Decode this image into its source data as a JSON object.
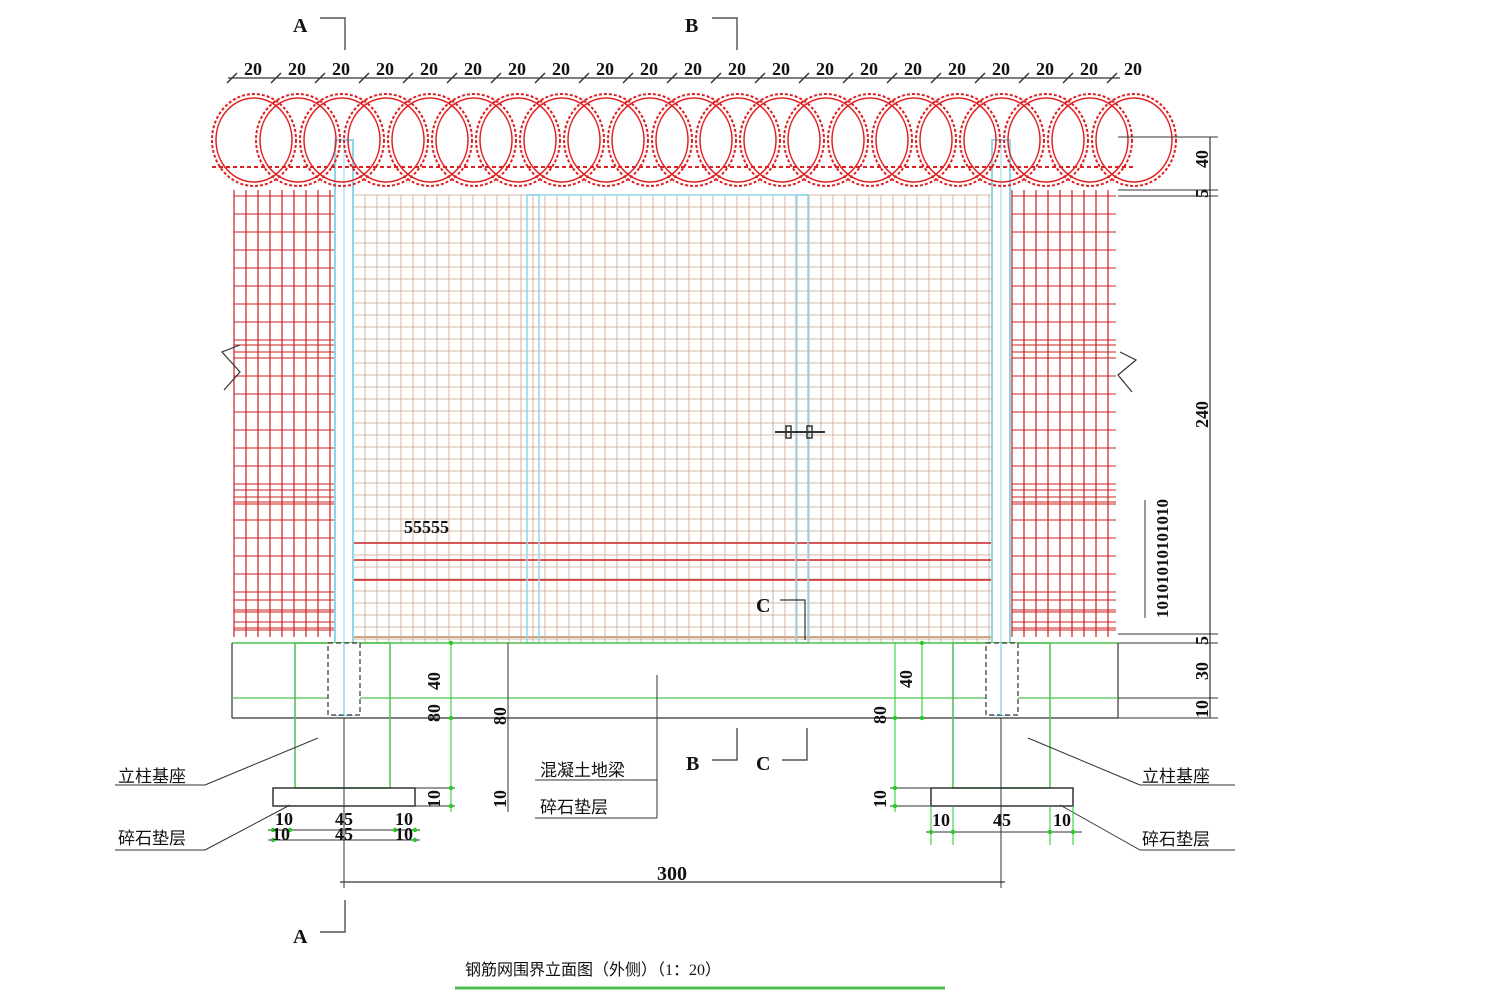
{
  "drawing": {
    "title": "钢筋网围界立面图（外侧）（1：20）",
    "colors": {
      "razor_wire": "#e02020",
      "mesh_red": "#cc1f1f",
      "mesh_light": "#c9a58a",
      "post": "#8fd6ea",
      "footing": "#4fc04f",
      "line": "#333333",
      "dim_arrow": "#22cc22"
    },
    "section_marks": {
      "a_top": "A",
      "b_top": "B",
      "c_mid": "C",
      "b_bottom": "B",
      "c_bottom": "C",
      "a_bottom": "A"
    },
    "top_spacing": [
      "20",
      "20",
      "20",
      "20",
      "20",
      "20",
      "20",
      "20",
      "20",
      "20",
      "20",
      "20",
      "20",
      "20",
      "20",
      "20",
      "20",
      "20",
      "20",
      "20",
      "20"
    ],
    "right_dims": {
      "d40": "40",
      "d5_top": "5",
      "d240": "240",
      "d10_stack": "10101010101010",
      "d5_bottom": "5",
      "d30": "30",
      "d10_bottom": "10"
    },
    "mesh_note": "55555",
    "footing_dims": {
      "left_40": "40",
      "left_80": "80",
      "left_10": "10",
      "mid_80": "80",
      "mid_10": "10",
      "right_40": "40",
      "right_80": "80",
      "right_10": "10",
      "base_left_10a": "10",
      "base_left_45a": "45",
      "base_left_10b": "10",
      "base_left_10c": "10",
      "base_left_45b": "45",
      "base_left_10d": "10",
      "base_right_10a": "10",
      "base_right_45": "45",
      "base_right_10b": "10",
      "span_300": "300"
    },
    "labels": {
      "post_base_left": "立柱基座",
      "gravel_left": "碎石垫层",
      "beam": "混凝土地梁",
      "gravel_mid": "碎石垫层",
      "post_base_right": "立柱基座",
      "gravel_right": "碎石垫层"
    }
  }
}
